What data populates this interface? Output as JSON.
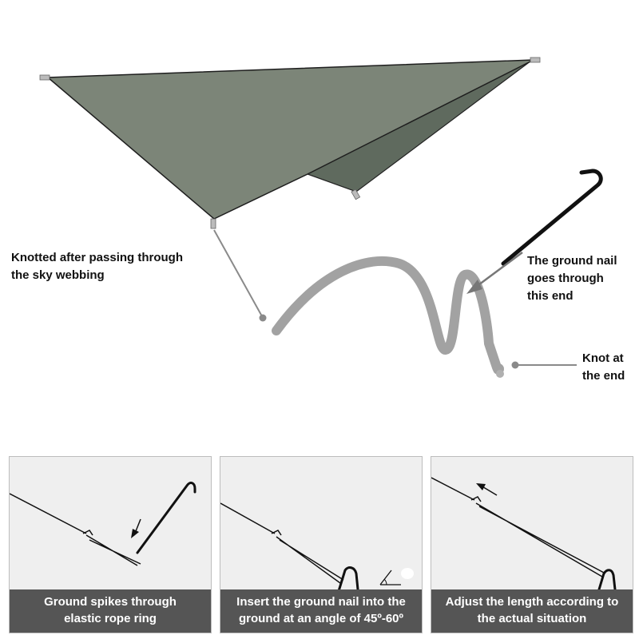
{
  "labels": {
    "knotted": {
      "line1": "Knotted after passing through",
      "line2": "the sky webbing"
    },
    "ground_nail": {
      "line1": "The ground nail",
      "line2": "goes through",
      "line3": "this end"
    },
    "knot_end": {
      "line1": "Knot at",
      "line2": "the end"
    }
  },
  "panels": [
    {
      "caption_line1": "Ground spikes through",
      "caption_line2": "elastic rope ring"
    },
    {
      "caption_line1": "Insert the ground nail into the",
      "caption_line2": "ground at an angle of 45º-60º"
    },
    {
      "caption_line1": "Adjust the length according to",
      "caption_line2": "the actual situation"
    }
  ],
  "colors": {
    "tarp_main": "#7c8578",
    "tarp_shadow": "#5f6a5e",
    "rope": "#9a9a9a",
    "leader": "#8a8a8a",
    "caption_bg": "#555555"
  }
}
